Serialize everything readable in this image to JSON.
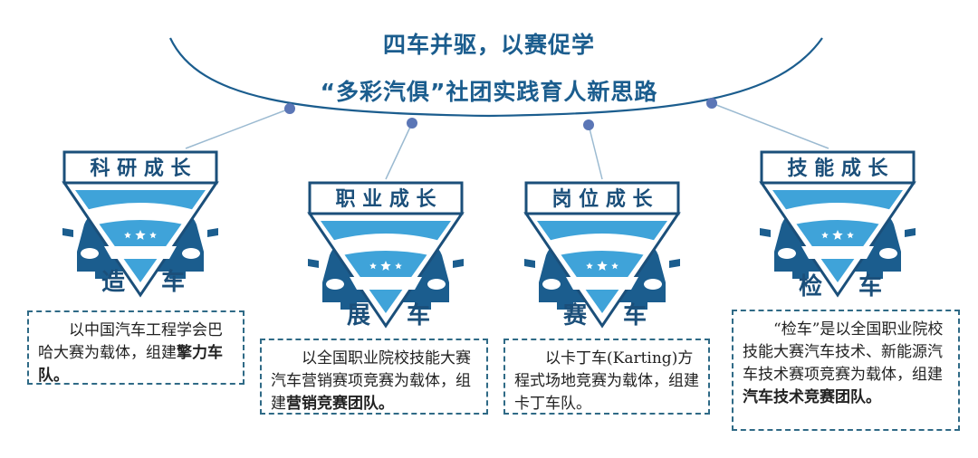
{
  "title": {
    "line1": "四车并驱，以赛促学",
    "line2": "“多彩汽俱”社团实践育人新思路"
  },
  "branches": [
    {
      "badge": "科 研 成 长",
      "car_label": "造  车",
      "desc_plain": "以中国汽车工程学会巴哈大赛为载体，组建",
      "desc_bold": "擎力车队。"
    },
    {
      "badge": "职 业 成 长",
      "car_label": "展  车",
      "desc_plain": "以全国职业院校技能大赛汽车营销赛项竞赛为载体，组建",
      "desc_bold": "营销竞赛团队。"
    },
    {
      "badge": "岗 位 成 长",
      "car_label": "赛  车",
      "desc_plain": "以卡丁车(Karting)方程式场地竞赛为载体，组建卡丁车队。",
      "desc_bold": ""
    },
    {
      "badge": "技 能 成 长",
      "car_label": "检  车",
      "desc_plain": "“检车”是以全国职业院校技能大赛汽车技术、新能源汽车技术赛项竞赛为载体，组建",
      "desc_bold": "汽车技术竞赛团队。"
    }
  ],
  "colors": {
    "primary": "#1b5d8e",
    "dark": "#1b4f7a",
    "light": "#3fa3d9",
    "line": "#9bbad1",
    "dot": "#5b76b6",
    "dash": "#2f6a86"
  }
}
